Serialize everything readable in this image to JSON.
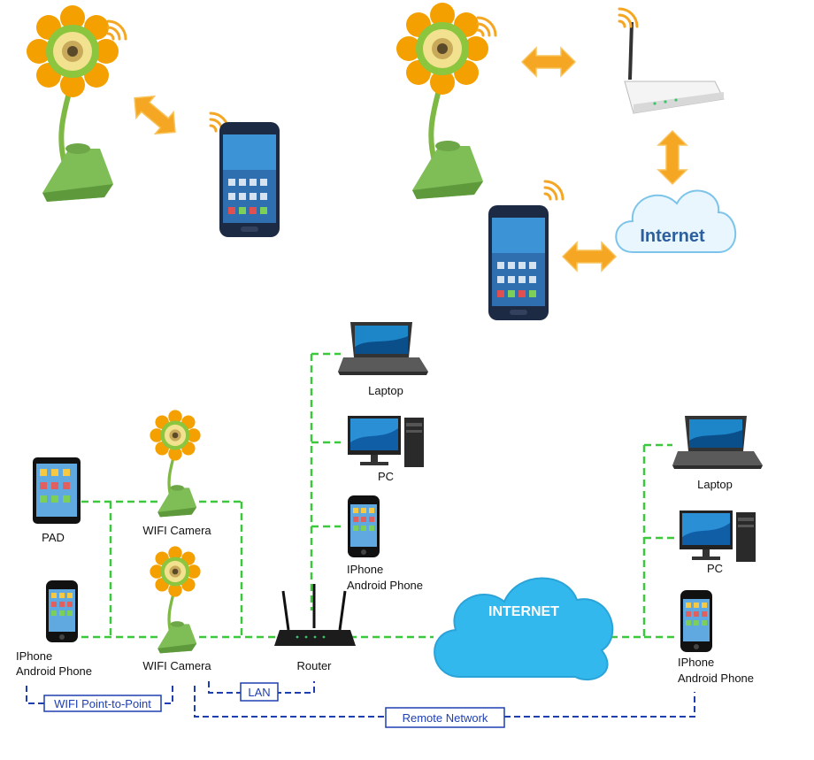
{
  "colors": {
    "wifi_link": "#3cc83c",
    "network_link": "#1f3fb0",
    "arrow": "#f5a623",
    "cloud": "#33b8ee",
    "cloud_top_text": "#2b5f9e",
    "petal": "#f4a000",
    "stem": "#8fc85a"
  },
  "top": {
    "internet_label": "Internet"
  },
  "bottom": {
    "labels": {
      "pad": "PAD",
      "phone_left_1": "IPhone",
      "phone_left_2": "Android Phone",
      "camera_top": "WIFI Camera",
      "camera_bottom": "WIFI Camera",
      "router": "Router",
      "laptop_center": "Laptop",
      "pc_center": "PC",
      "phone_center_1": "IPhone",
      "phone_center_2": "Android Phone",
      "internet": "INTERNET",
      "laptop_right": "Laptop",
      "pc_right": "PC",
      "phone_right_1": "IPhone",
      "phone_right_2": "Android Phone"
    },
    "boxes": {
      "wifi_p2p": "WIFI Point-to-Point",
      "lan": "LAN",
      "remote": "Remote Network"
    }
  }
}
